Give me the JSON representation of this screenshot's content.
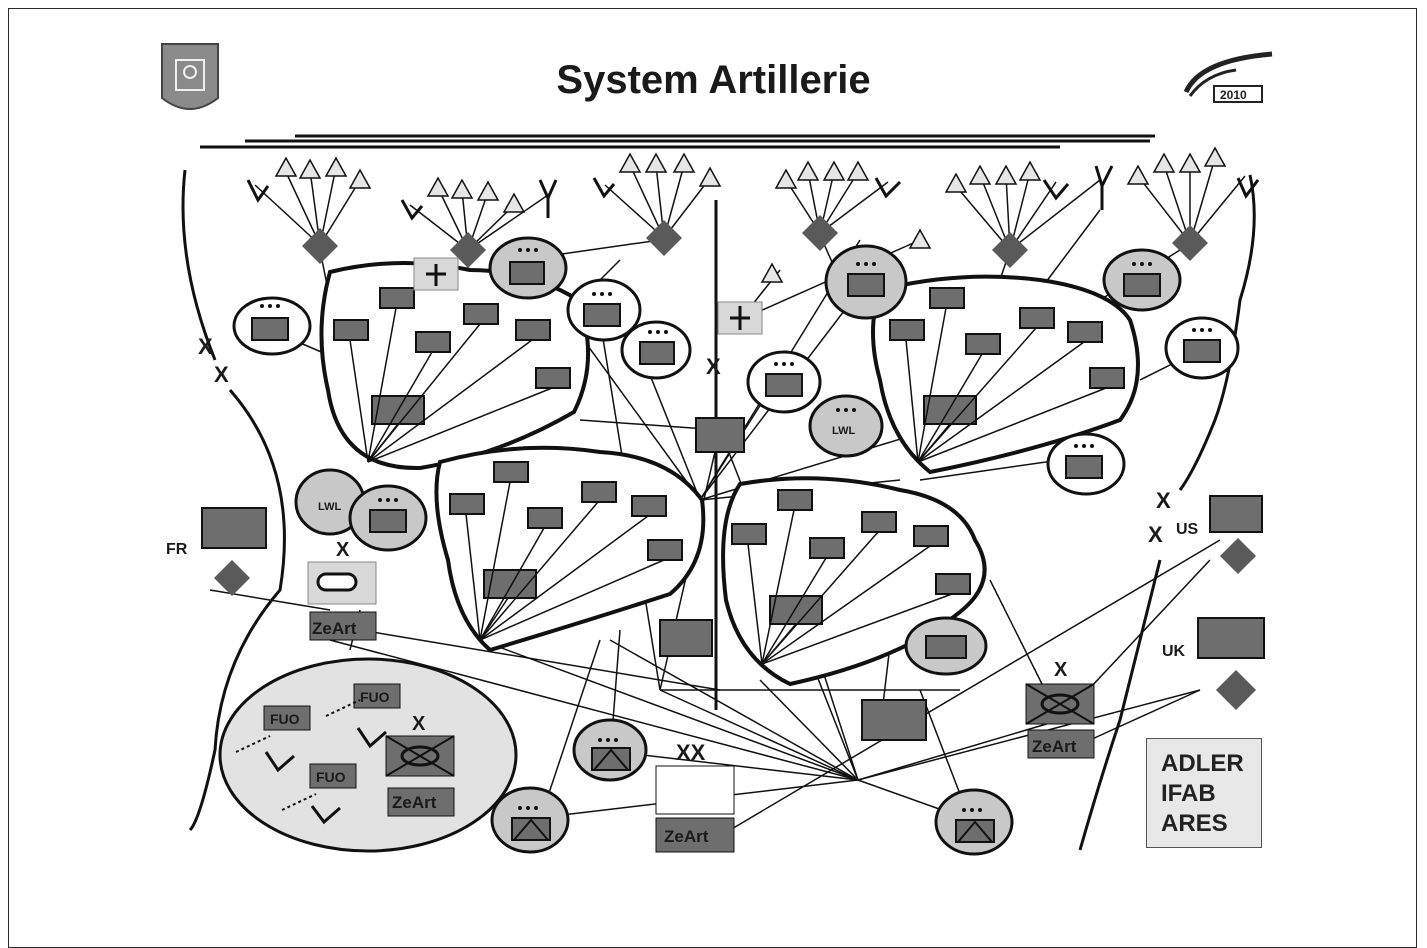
{
  "slide": {
    "title": "System Artillerie"
  },
  "labels": {
    "fr": "FR",
    "us": "US",
    "uk": "UK",
    "zeart": "ZeArt",
    "fuo": "FUO",
    "lwl": "LWL",
    "x": "X",
    "xx": "XX"
  },
  "systems": [
    "ADLER",
    "IFAB",
    "ARES"
  ],
  "colors": {
    "unit_fill": "#6e6e6e",
    "oval_fill": "#c8c8c8",
    "line": "#111111",
    "diamond": "#5a5a5a"
  },
  "icons": [
    "crest-emblem",
    "logo-2010",
    "sensor-antenna",
    "radar-triangle",
    "unit-symbol"
  ]
}
